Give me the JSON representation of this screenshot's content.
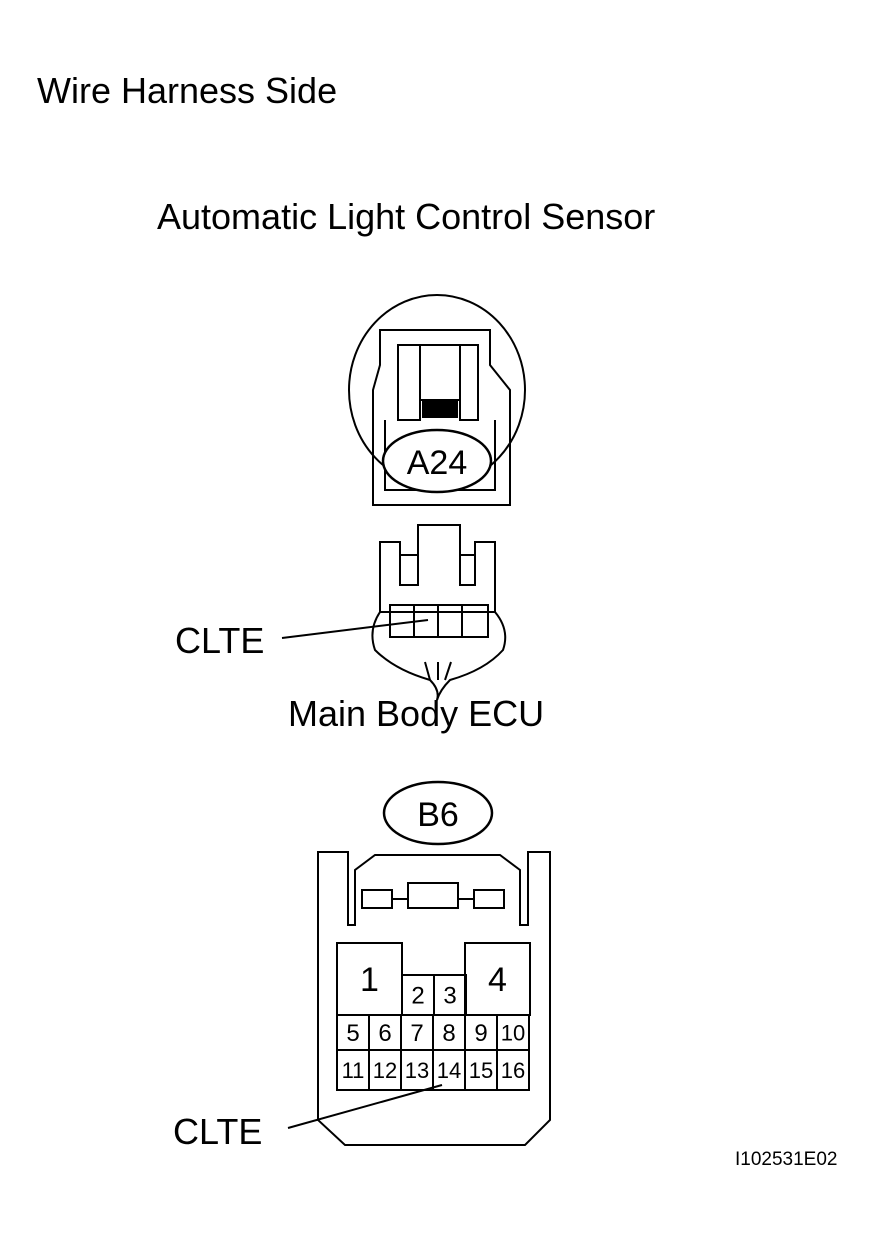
{
  "header": {
    "title": "Wire Harness Side"
  },
  "sensor": {
    "title": "Automatic Light Control Sensor",
    "connector_code": "A24",
    "terminal_label": "CLTE"
  },
  "ecu": {
    "title": "Main Body ECU",
    "connector_code": "B6",
    "terminal_label": "CLTE",
    "pins": [
      "1",
      "2",
      "3",
      "4",
      "5",
      "6",
      "7",
      "8",
      "9",
      "10",
      "11",
      "12",
      "13",
      "14",
      "15",
      "16"
    ]
  },
  "figure_id": "I102531E02"
}
